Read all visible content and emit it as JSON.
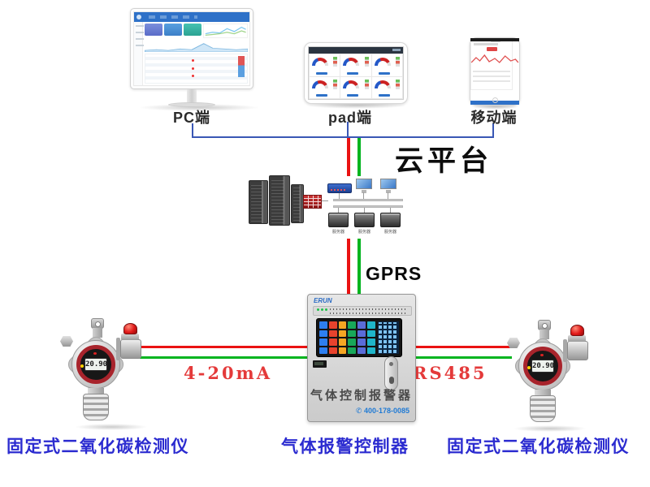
{
  "terminals": {
    "pc_label": "PC端",
    "pad_label": "pad端",
    "mobile_label": "移动端"
  },
  "cloud": {
    "title": "云平台",
    "server_labels": [
      "服务器",
      "服务器",
      "服务器"
    ]
  },
  "network": {
    "gprs_label": "GPRS",
    "left_bus_label": "4-20mA",
    "right_bus_label": "RS485"
  },
  "controller": {
    "brand": "ERUN",
    "nameplate": "气体控制报警器",
    "phone_icon": "✆",
    "phone": "400-178-0085",
    "caption": "气体报警控制器"
  },
  "detectors": {
    "reading": "20.90",
    "left_caption": "固定式二氧化碳检测仪",
    "right_caption": "固定式二氧化碳检测仪"
  },
  "colors": {
    "signal_red_line": "#ea1212",
    "signal_green_line": "#00b41e",
    "link_blue_line": "#3a57b5",
    "caption_blue": "#2b2bd0",
    "signal_label_red": "#e43a3a"
  }
}
